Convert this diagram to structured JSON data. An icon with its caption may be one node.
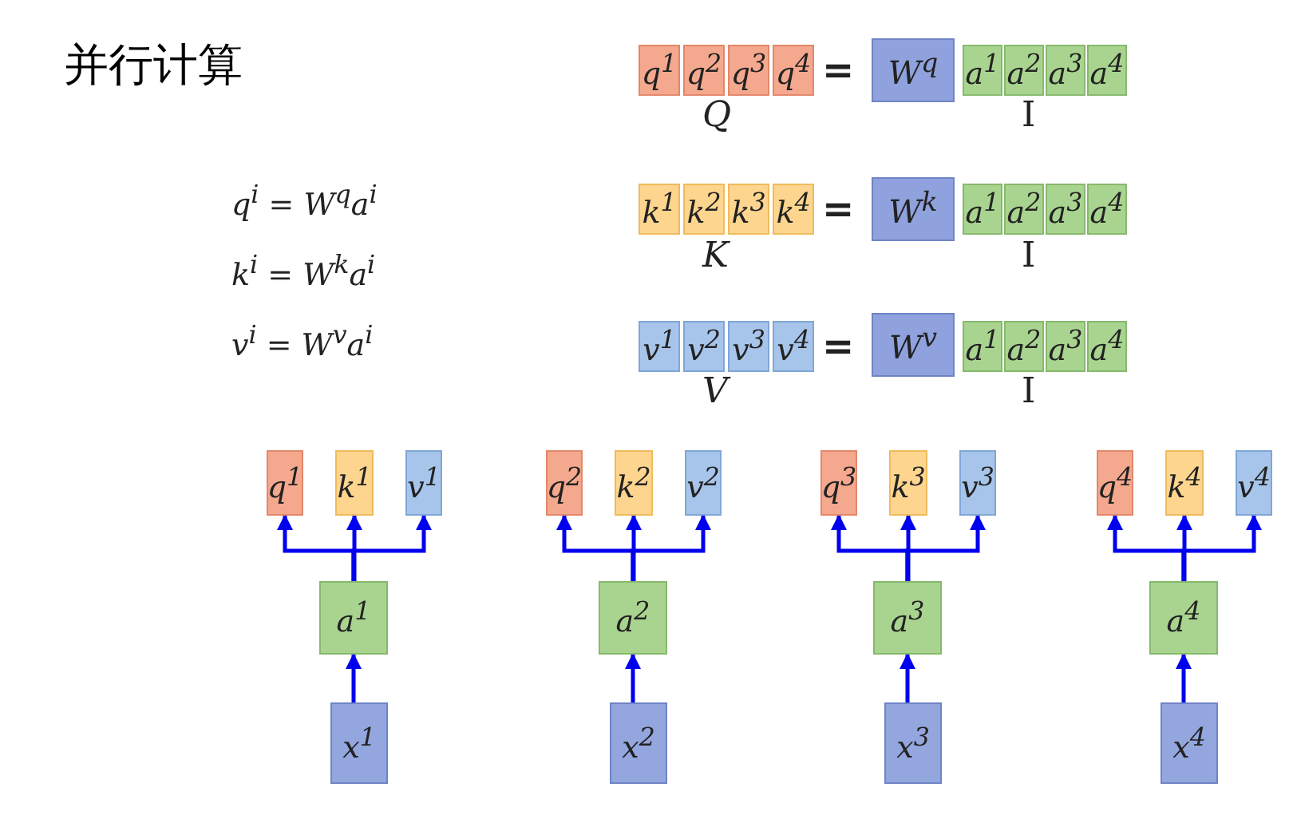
{
  "diagram": {
    "title": "并行计算",
    "nodes": [
      {
        "text": [
          "q$^{1}$"
        ]
      },
      {
        "text": [
          "q$^{2}$"
        ]
      },
      {
        "text": [
          "q$^{3}$"
        ]
      },
      {
        "text": [
          "q$^{4}$"
        ]
      },
      {
        "text": [
          "W$^{q}$"
        ]
      },
      {
        "text": [
          "a$^{1}$"
        ]
      },
      {
        "text": [
          "a$^{2}$"
        ]
      },
      {
        "text": [
          "a$^{3}$"
        ]
      },
      {
        "text": [
          "a$^{4}$"
        ]
      },
      {
        "text": [
          "k$^{1}$"
        ]
      },
      {
        "text": [
          "k$^{2}$"
        ]
      },
      {
        "text": [
          "k$^{3}$"
        ]
      },
      {
        "text": [
          "k$^{4}$"
        ]
      },
      {
        "text": [
          "W$^{k}$"
        ]
      },
      {
        "text": [
          "a$^{1}$"
        ]
      },
      {
        "text": [
          "a$^{2}$"
        ]
      },
      {
        "text": [
          "a$^{3}$"
        ]
      },
      {
        "text": [
          "a$^{4}$"
        ]
      },
      {
        "text": [
          "v$^{1}$"
        ]
      },
      {
        "text": [
          "v$^{2}$"
        ]
      },
      {
        "text": [
          "v$^{3}$"
        ]
      },
      {
        "text": [
          "v$^{4}$"
        ]
      },
      {
        "text": [
          "W$^{v}$"
        ]
      },
      {
        "text": [
          "a$^{1}$"
        ]
      },
      {
        "text": [
          "a$^{2}$"
        ]
      },
      {
        "text": [
          "a$^{3}$"
        ]
      },
      {
        "text": [
          "a$^{4}$"
        ]
      },
      {
        "text": [
          "q$^{1}$"
        ]
      },
      {
        "text": [
          "k$^{1}$"
        ]
      },
      {
        "text": [
          "v$^{1}$"
        ]
      },
      {
        "text": [
          "a$^{1}$"
        ]
      },
      {
        "text": [
          "x$^{1}$"
        ]
      },
      {
        "text": [
          "q$^{2}$"
        ]
      },
      {
        "text": [
          "k$^{2}$"
        ]
      },
      {
        "text": [
          "v$^{2}$"
        ]
      },
      {
        "text": [
          "a$^{2}$"
        ]
      },
      {
        "text": [
          "x$^{2}$"
        ]
      },
      {
        "text": [
          "q$^{3}$"
        ]
      },
      {
        "text": [
          "k$^{3}$"
        ]
      },
      {
        "text": [
          "v$^{3}$"
        ]
      },
      {
        "text": [
          "a$^{3}$"
        ]
      },
      {
        "text": [
          "x$^{3}$"
        ]
      },
      {
        "text": [
          "q$^{4}$"
        ]
      },
      {
        "text": [
          "k$^{4}$"
        ]
      },
      {
        "text": [
          "v$^{4}$"
        ]
      },
      {
        "text": [
          "a$^{4}$"
        ]
      },
      {
        "text": [
          "x$^{4}$"
        ]
      }
    ],
    "edges": [
      {
        "from": 31,
        "to": 30,
        "arrow": "to"
      },
      {
        "from": 30,
        "to": 27,
        "arrow": "to"
      },
      {
        "from": 30,
        "to": 28,
        "arrow": "to"
      },
      {
        "from": 30,
        "to": 29,
        "arrow": "to"
      },
      {
        "from": 36,
        "to": 35,
        "arrow": "to"
      },
      {
        "from": 35,
        "to": 32,
        "arrow": "to"
      },
      {
        "from": 35,
        "to": 33,
        "arrow": "to"
      },
      {
        "from": 35,
        "to": 34,
        "arrow": "to"
      },
      {
        "from": 41,
        "to": 40,
        "arrow": "to"
      },
      {
        "from": 40,
        "to": 37,
        "arrow": "to"
      },
      {
        "from": 40,
        "to": 38,
        "arrow": "to"
      },
      {
        "from": 40,
        "to": 39,
        "arrow": "to"
      },
      {
        "from": 46,
        "to": 45,
        "arrow": "to"
      },
      {
        "from": 45,
        "to": 42,
        "arrow": "to"
      },
      {
        "from": 45,
        "to": 43,
        "arrow": "to"
      },
      {
        "from": 45,
        "to": 44,
        "arrow": "to"
      }
    ],
    "labels": [
      "=",
      "Q",
      "I",
      "q$^{i}$ = W$^{q}$a$^{i}$",
      "=",
      "K",
      "I",
      "k$^{i}$ = W$^{k}$a$^{i}$",
      "=",
      "V",
      "I",
      "v$^{i}$ = W$^{v}$a$^{i}$"
    ]
  }
}
